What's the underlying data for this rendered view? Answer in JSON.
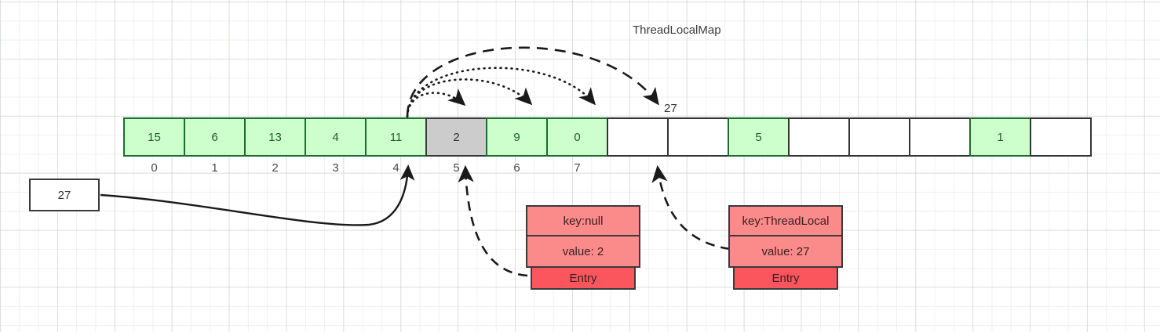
{
  "diagram": {
    "title": "ThreadLocalMap",
    "pointer_box": {
      "value": "27"
    },
    "top_arrow_label": "27",
    "array": {
      "cells": [
        {
          "value": "15",
          "state": "green"
        },
        {
          "value": "6",
          "state": "green"
        },
        {
          "value": "13",
          "state": "green"
        },
        {
          "value": "4",
          "state": "green"
        },
        {
          "value": "11",
          "state": "green"
        },
        {
          "value": "2",
          "state": "gray"
        },
        {
          "value": "9",
          "state": "green"
        },
        {
          "value": "0",
          "state": "green"
        },
        {
          "value": "",
          "state": "empty"
        },
        {
          "value": "",
          "state": "empty"
        },
        {
          "value": "5",
          "state": "green"
        },
        {
          "value": "",
          "state": "empty"
        },
        {
          "value": "",
          "state": "empty"
        },
        {
          "value": "",
          "state": "empty"
        },
        {
          "value": "1",
          "state": "green"
        },
        {
          "value": "",
          "state": "empty"
        }
      ],
      "indices": [
        "0",
        "1",
        "2",
        "3",
        "4",
        "5",
        "6",
        "7"
      ]
    },
    "entries": [
      {
        "key": "key:null",
        "value": "value: 2",
        "tag": "Entry"
      },
      {
        "key": "key:ThreadLocal",
        "value": "value: 27",
        "tag": "Entry"
      }
    ],
    "colors": {
      "green_fill": "#ccffcc",
      "green_border": "#1f6b2f",
      "gray_fill": "#cccccc",
      "entry_fill": "#fb8a8a",
      "entry_tag_fill": "#fb555e",
      "stroke": "#333333"
    }
  }
}
